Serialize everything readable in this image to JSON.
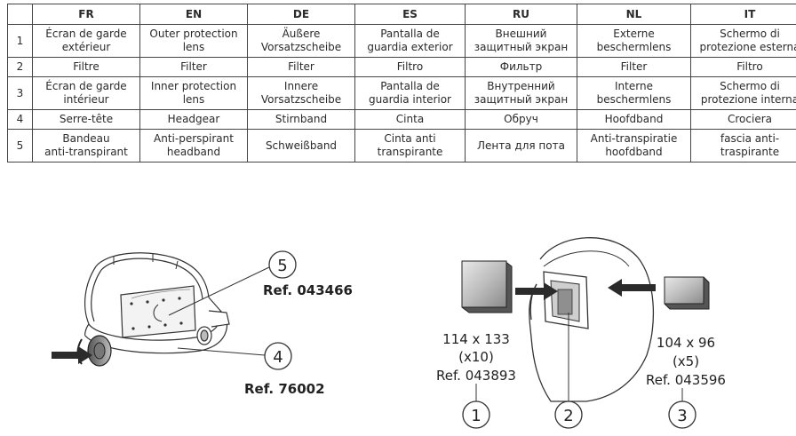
{
  "table": {
    "headers": [
      "",
      "FR",
      "EN",
      "DE",
      "ES",
      "RU",
      "NL",
      "IT"
    ],
    "rows": [
      {
        "num": "1",
        "cells": [
          [
            "Écran de garde",
            "extérieur"
          ],
          [
            "Outer protection",
            "lens"
          ],
          [
            "Äußere",
            "Vorsatzscheibe"
          ],
          [
            "Pantalla de",
            "guardia exterior"
          ],
          [
            "Внешний",
            "защитный экран"
          ],
          [
            "Externe",
            "beschermlens"
          ],
          [
            "Schermo di",
            "protezione esterna"
          ]
        ]
      },
      {
        "num": "2",
        "cells": [
          [
            "Filtre"
          ],
          [
            "Filter"
          ],
          [
            "Filter"
          ],
          [
            "Filtro"
          ],
          [
            "Фильтр"
          ],
          [
            "Filter"
          ],
          [
            "Filtro"
          ]
        ]
      },
      {
        "num": "3",
        "cells": [
          [
            "Écran de garde",
            "intérieur"
          ],
          [
            "Inner protection",
            "lens"
          ],
          [
            "Innere",
            "Vorsatzscheibe"
          ],
          [
            "Pantalla de",
            "guardia interior"
          ],
          [
            "Внутренний",
            "защитный экран"
          ],
          [
            "Interne",
            "beschermlens"
          ],
          [
            "Schermo di",
            "protezione interna"
          ]
        ]
      },
      {
        "num": "4",
        "cells": [
          [
            "Serre-tête"
          ],
          [
            "Headgear"
          ],
          [
            "Stirnband"
          ],
          [
            "Cinta"
          ],
          [
            "Обруч"
          ],
          [
            "Hoofdband"
          ],
          [
            "Crociera"
          ]
        ]
      },
      {
        "num": "5",
        "cells": [
          [
            "Bandeau",
            "anti-transpirant"
          ],
          [
            "Anti-perspirant",
            "headband"
          ],
          [
            "Schweißband"
          ],
          [
            "Cinta anti",
            "transpirante"
          ],
          [
            "Лента для пота"
          ],
          [
            "Anti-transpiratie",
            "hoofdband"
          ],
          [
            "fascia anti-",
            "traspirante"
          ]
        ]
      }
    ]
  },
  "headgear": {
    "callout_5": "5",
    "ref_5": "Ref. 043466",
    "callout_4": "4",
    "ref_4": "Ref. 76002"
  },
  "lenses": {
    "outer": {
      "size": "114 x 133",
      "qty": "(x10)",
      "ref": "Ref. 043893",
      "callout": "1"
    },
    "filter": {
      "callout": "2"
    },
    "inner": {
      "size": "104 x 96",
      "qty": "(x5)",
      "ref": "Ref. 043596",
      "callout": "3"
    }
  }
}
